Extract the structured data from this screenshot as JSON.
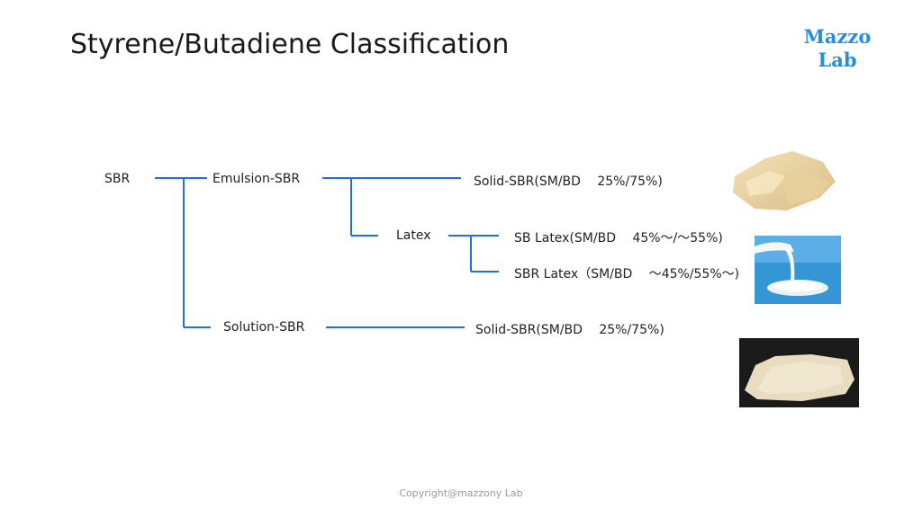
{
  "title": "Styrene/Butadiene Classification",
  "logo": {
    "line1": "Mazzo",
    "line2": "Lab"
  },
  "tree": {
    "root": "SBR",
    "emulsion": "Emulsion-SBR",
    "emulsion_solid": "Solid-SBR(SM/BD　 25%/75%)",
    "latex": "Latex",
    "sb_latex": "SB Latex(SM/BD　 45%～/～55%)",
    "sbr_latex": "SBR Latex（SM/BD 　～45%/55%～)",
    "solution": "Solution-SBR",
    "solution_solid": "Solid-SBR(SM/BD　 25%/75%)"
  },
  "footer": {
    "copyright": "Copyright@mazzony Lab"
  },
  "colors": {
    "connector": "#1e6fe0",
    "logo": "#1f8fe8"
  }
}
